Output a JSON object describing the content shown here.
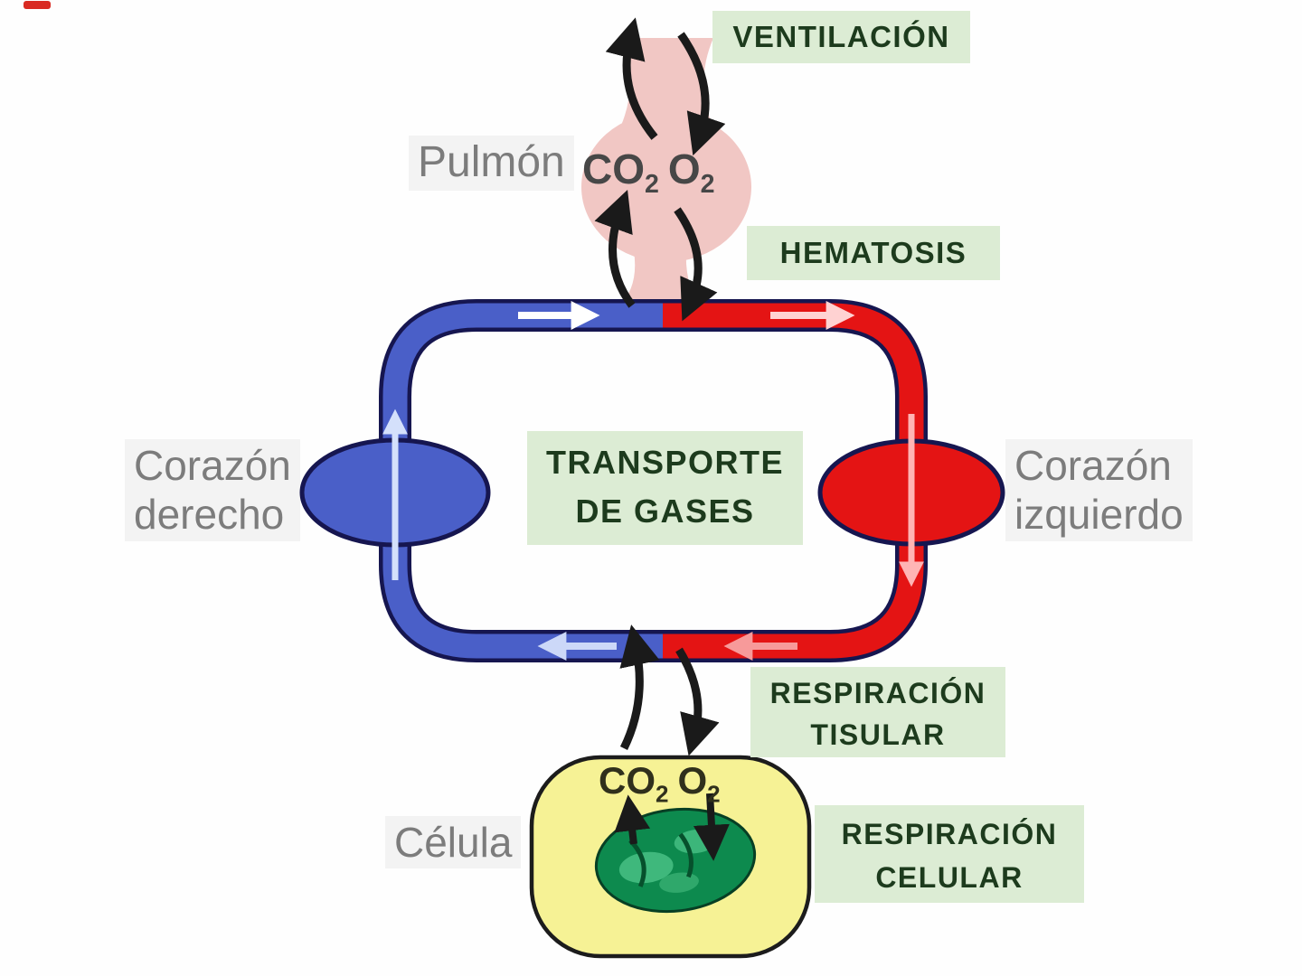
{
  "diagram": {
    "labels": {
      "lung": "Pulmón",
      "cell": "Célula",
      "right_heart_line1": "Corazón",
      "right_heart_line2": "derecho",
      "left_heart_line1": "Corazón",
      "left_heart_line2": "izquierdo",
      "ventilation": "VENTILACIÓN",
      "hematosis": "HEMATOSIS",
      "gas_transport_line1": "TRANSPORTE",
      "gas_transport_line2": "DE GASES",
      "tissue_respiration_line1": "RESPIRACIÓN",
      "tissue_respiration_line2": "TISULAR",
      "cellular_respiration_line1": "RESPIRACIÓN",
      "cellular_respiration_line2": "CELULAR"
    },
    "gases": {
      "co2_base": "CO",
      "co2_sub": "2",
      "o2_base": "O",
      "o2_sub": "2"
    },
    "colors": {
      "venous_blue": "#4a5fc8",
      "arterial_red": "#e41414",
      "outline_navy": "#161650",
      "lung_pink": "#f1c7c4",
      "cell_yellow": "#f6f295",
      "mitochondria_green": "#0d8a4e",
      "label_bg_green": "#dcecd4",
      "label_text_green": "#1d3b1d",
      "gray_label_text": "#7c7c7c"
    }
  }
}
